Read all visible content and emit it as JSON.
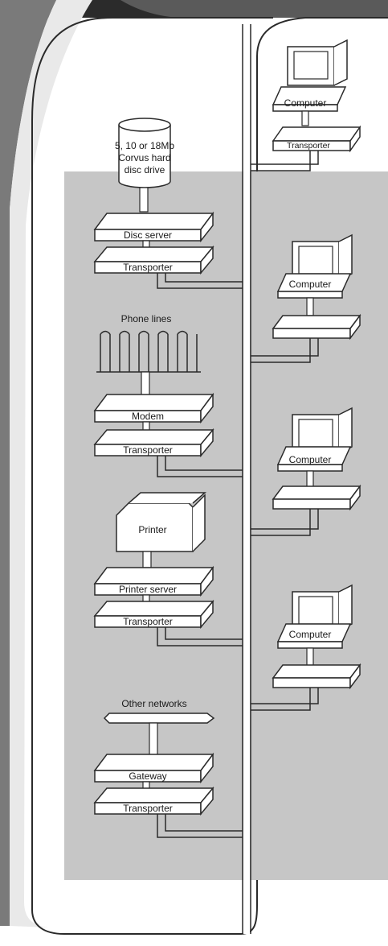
{
  "diagram": {
    "disc_drive_label": [
      "5, 10 or 18Mb",
      "Corvus hard",
      "disc drive"
    ],
    "disc_server": "Disc server",
    "transporter": "Transporter",
    "phone_lines": "Phone lines",
    "modem": "Modem",
    "printer": "Printer",
    "printer_server": "Printer server",
    "other_networks": "Other networks",
    "gateway": "Gateway",
    "computer": "Computer"
  },
  "colors": {
    "panel": "#c6c6c6",
    "border_dark": "#2a2a2a",
    "box_fill": "#ffffff",
    "cable": "#ffffff",
    "top_bar": "#2b2b2b"
  },
  "icons": [
    "disc-drive-icon",
    "phone-lines-icon",
    "printer-icon",
    "computer-icon",
    "network-arrow-icon"
  ]
}
